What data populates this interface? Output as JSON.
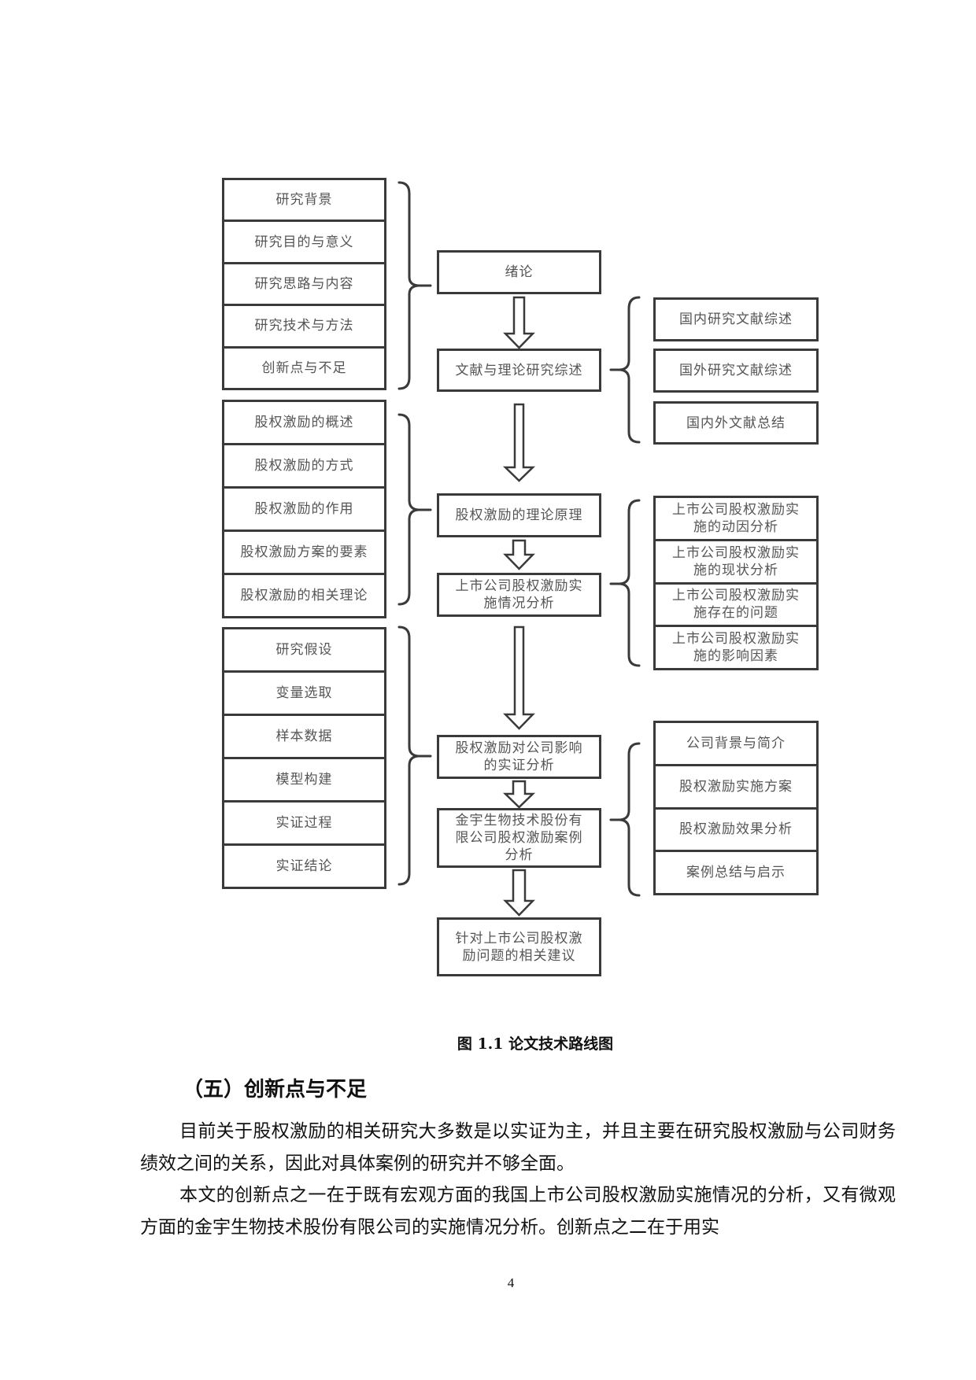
{
  "figure": {
    "left_groups": [
      {
        "items": [
          "研究背景",
          "研究目的与意义",
          "研究思路与内容",
          "研究技术与方法",
          "创新点与不足"
        ]
      },
      {
        "items": [
          "股权激励的概述",
          "股权激励的方式",
          "股权激励的作用",
          "股权激励方案的要素",
          "股权激励的相关理论"
        ]
      },
      {
        "items": [
          "研究假设",
          "变量选取",
          "样本数据",
          "模型构建",
          "实证过程",
          "实证结论"
        ]
      }
    ],
    "center_boxes": [
      "绪论",
      "文献与理论研究综述",
      "股权激励的理论原理",
      "上市公司股权激励实施情况分析",
      "股权激励对公司影响的实证分析",
      "金宇生物技术股份有限公司股权激励案例分析",
      "针对上市公司股权激励问题的相关建议"
    ],
    "right_groups": [
      {
        "items": [
          "国内研究文献综述",
          "国外研究文献综述",
          "国内外文献总结"
        ]
      },
      {
        "items": [
          "上市公司股权激励实施的动因分析",
          "上市公司股权激励实施的现状分析",
          "上市公司股权激励实施存在的问题",
          "上市公司股权激励实施的影响因素"
        ]
      },
      {
        "items": [
          "公司背景与简介",
          "股权激励实施方案",
          "股权激励效果分析",
          "案例总结与启示"
        ]
      }
    ],
    "caption": "图 1.1  论文技术路线图"
  },
  "section": {
    "heading": "（五）创新点与不足",
    "paragraphs": [
      "目前关于股权激励的相关研究大多数是以实证为主，并且主要在研究股权激励与公司财务绩效之间的关系，因此对具体案例的研究并不够全面。",
      "本文的创新点之一在于既有宏观方面的我国上市公司股权激励实施情况的分析，又有微观方面的金宇生物技术股份有限公司的实施情况分析。创新点之二在于用实"
    ]
  },
  "page_number": "4"
}
